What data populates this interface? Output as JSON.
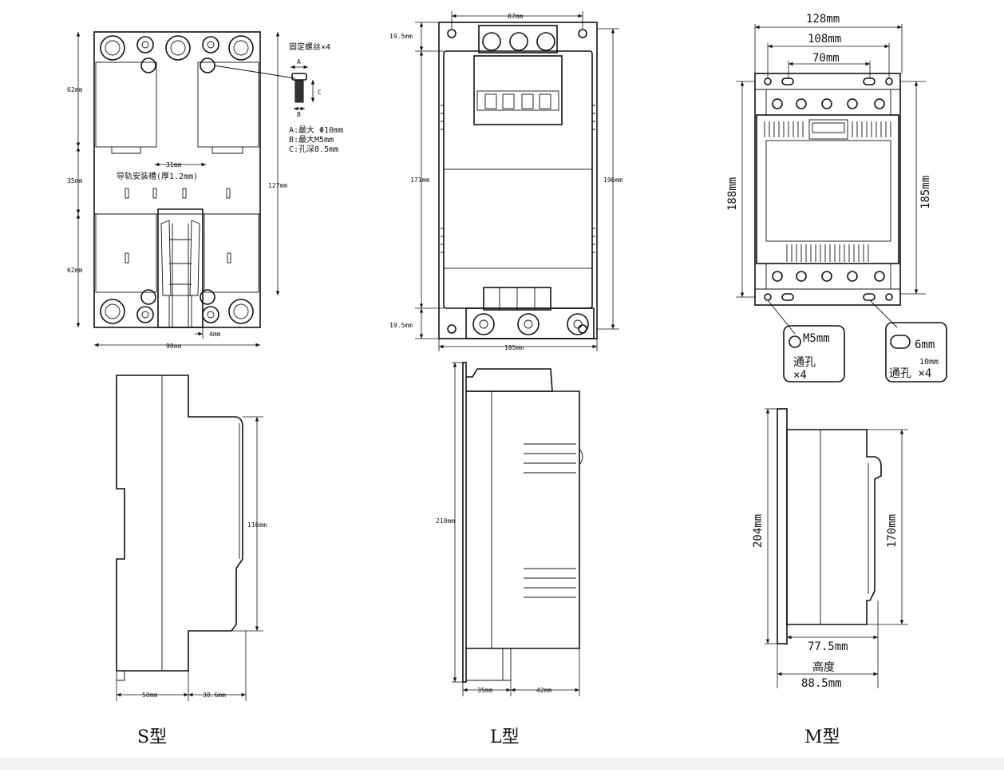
{
  "captions": {
    "s": "S型",
    "l": "L型",
    "m": "M型"
  },
  "s_front": {
    "screw_title": "固定螺丝×4",
    "label_a": "A",
    "label_b": "B",
    "label_c": "C",
    "note_a": "A:最大 Φ10mm",
    "note_b": "B:最大M5mm",
    "note_c": "C:孔深8.5mm",
    "rail_note": "导轨安装槽(厚1.2mm)",
    "dim_31": "31mm",
    "dim_62_top": "62mm",
    "dim_35": "35mm",
    "dim_62_bottom": "62mm",
    "dim_127": "127mm",
    "dim_4": "4mm",
    "dim_90": "90mm"
  },
  "s_side": {
    "dim_116": "116mm",
    "dim_50": "50mm",
    "dim_30_6": "30.6mm"
  },
  "l_front": {
    "dim_87": "87mm",
    "dim_19_5_top": "19.5mm",
    "dim_171": "171mm",
    "dim_196": "196mm",
    "dim_19_5_bottom": "19.5mm",
    "dim_105": "105mm"
  },
  "l_side": {
    "dim_210": "210mm",
    "dim_35": "35mm",
    "dim_42": "42mm"
  },
  "m_front": {
    "dim_128": "128mm",
    "dim_108": "108mm",
    "dim_70": "70mm",
    "dim_188": "188mm",
    "dim_185": "185mm",
    "hole_m5": "M5mm",
    "hole_through_left": "通孔",
    "hole_x4_left": "×4",
    "slot_6": "6mm",
    "slot_10": "10mm",
    "slot_through": "通孔 ×4"
  },
  "m_side": {
    "dim_204": "204mm",
    "dim_170": "170mm",
    "dim_77_5": "77.5mm",
    "height_label": "高度",
    "dim_88_5": "88.5mm"
  }
}
